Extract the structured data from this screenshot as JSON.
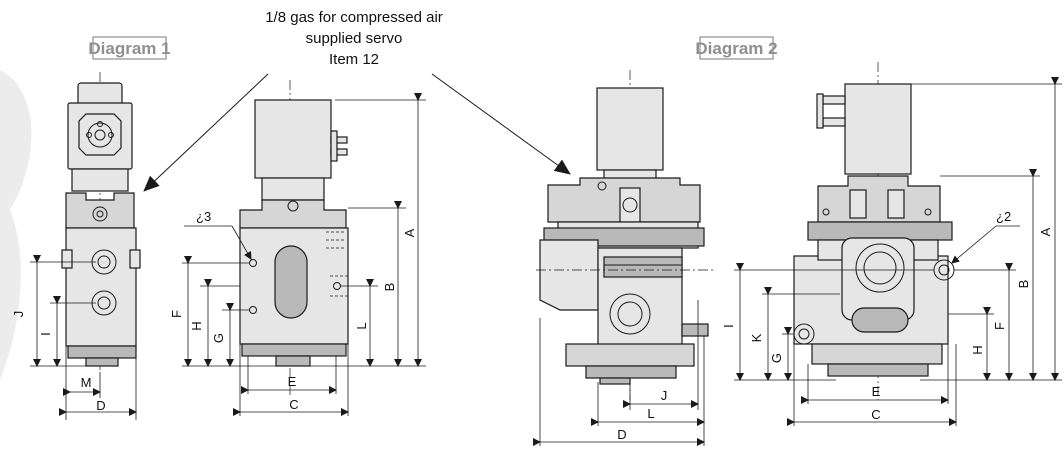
{
  "titles": {
    "diagram1": "Diagram 1",
    "diagram2": "Diagram 2"
  },
  "callout": {
    "line1": "1/8 gas for compressed air",
    "line2": "supplied servo",
    "line3": "Item 12"
  },
  "dimensions": {
    "A": "A",
    "B": "B",
    "C": "C",
    "D": "D",
    "E": "E",
    "F": "F",
    "G": "G",
    "H": "H",
    "I": "I",
    "J": "J",
    "K": "K",
    "L": "L",
    "M": "M"
  },
  "holes": {
    "d1": "¿3",
    "d2": "¿2"
  }
}
